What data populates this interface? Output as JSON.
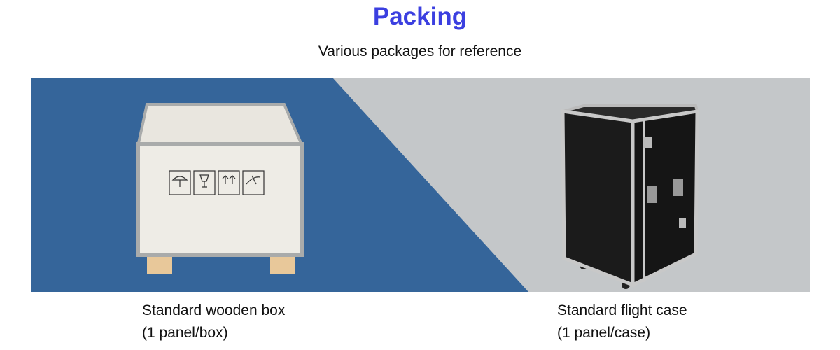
{
  "header": {
    "title": "Packing",
    "subtitle": "Various packages for reference"
  },
  "colors": {
    "title": "#3b3fe0",
    "banner_left": "#35659a",
    "banner_right": "#c4c7c9"
  },
  "packages": [
    {
      "name": "Standard wooden box",
      "detail": "(1 panel/box)",
      "image": "wooden-box-image"
    },
    {
      "name": "Standard flight case",
      "detail": "(1 panel/case)",
      "image": "flight-case-image"
    }
  ]
}
